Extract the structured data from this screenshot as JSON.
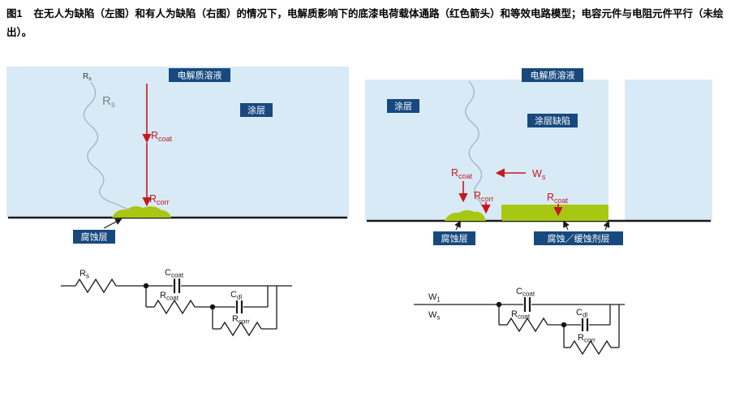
{
  "caption": {
    "fig_label": "图1",
    "text": "在无人为缺陷（左图）和有人为缺陷（右图）的情况下，电解质影响下的底漆电荷载体通路（红色箭头）和等效电路模型；电容元件与电阻元件平行（未绘出）。"
  },
  "colors": {
    "electrolyte_fill": "#d8eaf6",
    "label_badge_bg": "#17497e",
    "label_badge_text": "#ffffff",
    "corrosion_green": "#a8c713",
    "arrow_red": "#c5181f",
    "squiggle_gray": "#a8adb5",
    "circuit_line": "#1a1a1a",
    "pore_label_gray": "#7b8289"
  },
  "left_panel": {
    "electrolyte_label": "电解质溶液",
    "coating_label": "涂层",
    "corrosion_label": "腐蚀层",
    "rs_top": {
      "main": "R",
      "sub": "s"
    },
    "rs_pore": {
      "main": "R",
      "sub": "s"
    },
    "rcoat": {
      "main": "R",
      "sub": "coat"
    },
    "rcorr": {
      "main": "R",
      "sub": "corr"
    }
  },
  "right_panel": {
    "electrolyte_label": "电解质溶液",
    "coating_label": "涂层",
    "defect_label": "涂层缺陷",
    "corrosion_label": "腐蚀层",
    "inhibitor_label": "腐蚀／缓蚀剂层",
    "rcoat_pore": {
      "main": "R",
      "sub": "coat"
    },
    "rcorr": {
      "main": "R",
      "sub": "corr"
    },
    "ws": {
      "main": "W",
      "sub": "s"
    },
    "rcoat_defect": {
      "main": "R",
      "sub": "coat"
    }
  },
  "left_circuit": {
    "rs": {
      "main": "R",
      "sub": "s"
    },
    "c_coat": {
      "main": "C",
      "sub": "coat"
    },
    "r_coat": {
      "main": "R",
      "sub": "coat"
    },
    "c_dl": {
      "main": "C",
      "sub": "dl"
    },
    "r_corr": {
      "main": "R",
      "sub": "corr"
    }
  },
  "right_circuit": {
    "w1": {
      "main": "W",
      "sub": "1"
    },
    "ws": {
      "main": "W",
      "sub": "s"
    },
    "c_coat": {
      "main": "C",
      "sub": "coat"
    },
    "r_coat": {
      "main": "R",
      "sub": "coat"
    },
    "c_dl": {
      "main": "C",
      "sub": "dl"
    },
    "r_corr": {
      "main": "R",
      "sub": "corr"
    }
  }
}
